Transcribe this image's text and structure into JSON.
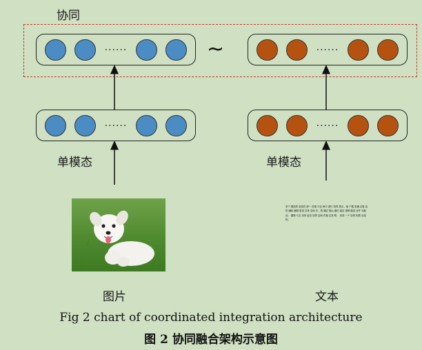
{
  "labels": {
    "top": "协同",
    "unimodal_left": "单模态",
    "unimodal_right": "单模态",
    "image": "图片",
    "text": "文本",
    "tilde": "~",
    "dots": "......"
  },
  "caption": {
    "en": "Fig 2 chart of coordinated integration architecture",
    "zh": "图 2 协同融合架构示意图"
  },
  "text_snippet": "多个 模态的 信息在 统一 的语 义空 间中 进行 协同 表示，每 个模 态通 过各 自的 编码 器映 射到 共享 空间 中，再 通过 相似 度约 束实 现跨 模态 对齐 与融 合。 图像 与文 本特 征在 协同 空间 内相 互关 联， 形成 一个 协同 的表 示结 构。",
  "colors": {
    "background": "#cfe0c3",
    "image_node": "#4a8cc3",
    "text_node": "#b6520f",
    "dashed_box": "#c0392b"
  }
}
